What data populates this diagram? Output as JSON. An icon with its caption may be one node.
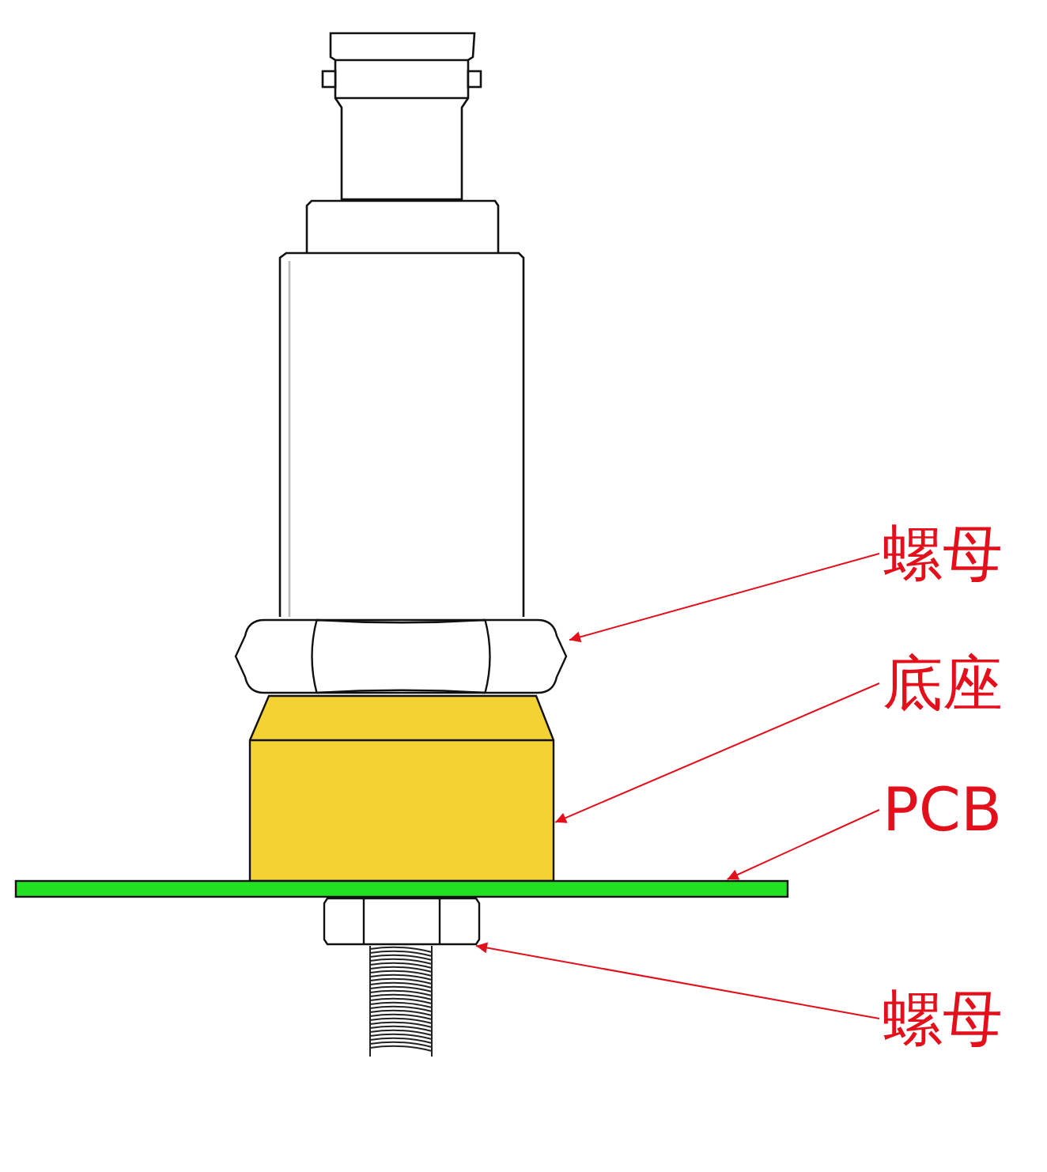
{
  "diagram": {
    "nodes": [
      {
        "text": [
          "螺母"
        ]
      },
      {
        "text": [
          "底座"
        ]
      },
      {
        "text": [
          "PCB"
        ]
      },
      {
        "text": [
          "螺母"
        ]
      },
      {
        "text": [],
        "shape": "picture"
      },
      {
        "text": [],
        "shape": "picture"
      },
      {
        "text": [],
        "shape": "bar"
      },
      {
        "text": [],
        "shape": "picture"
      }
    ],
    "edges": [
      {
        "from": 0,
        "to": 4,
        "arrow": "to"
      },
      {
        "from": 1,
        "to": 5,
        "arrow": "to"
      },
      {
        "from": 2,
        "to": 6,
        "arrow": "to"
      },
      {
        "from": 3,
        "to": 7,
        "arrow": "to"
      }
    ]
  }
}
